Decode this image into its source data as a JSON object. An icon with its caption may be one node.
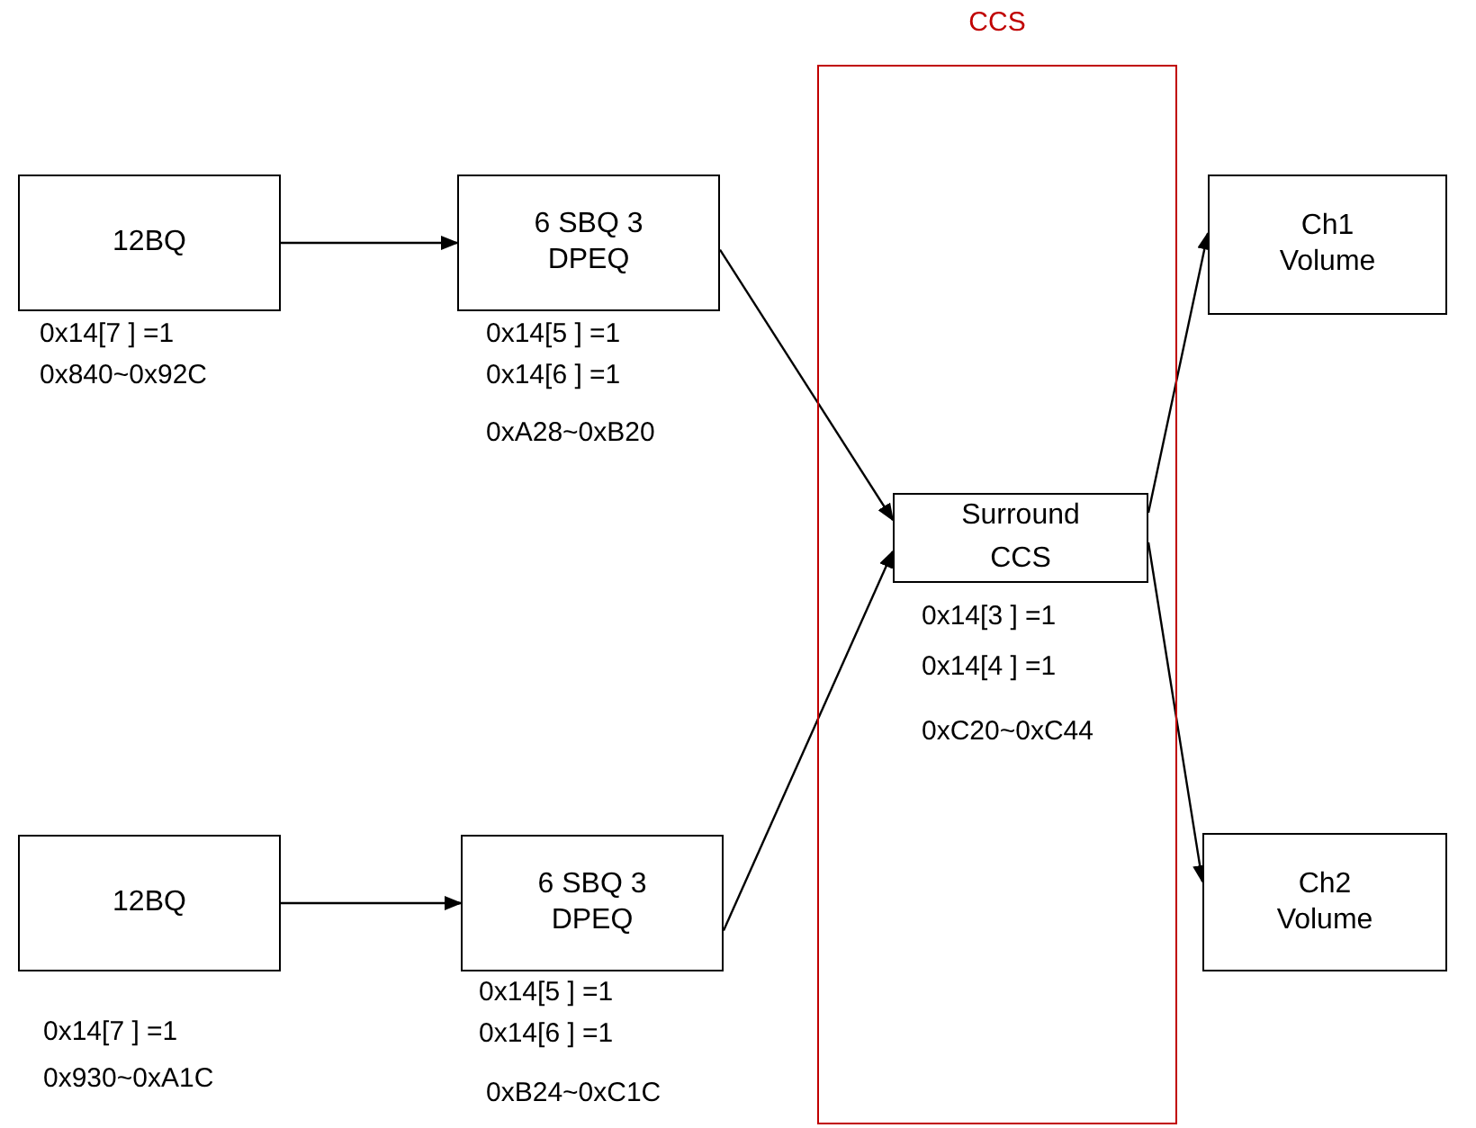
{
  "diagram": {
    "nodes": [
      {
        "text": [
          "CCS"
        ]
      },
      {
        "text": [
          "12BQ"
        ],
        "beside": [
          "0x14[7 ] =1",
          "0x840~0x92C"
        ]
      },
      {
        "text": [
          "6 SBQ 3 DPEQ"
        ],
        "beside": [
          "0x14[5 ] =1",
          "0x14[6 ] =1",
          "0xA28~0xB20"
        ]
      },
      {
        "text": [
          "Surround",
          "CCS"
        ],
        "in": 0,
        "beside": [
          "0x14[3 ] =1",
          "0x14[4 ] =1",
          "0xC20~0xC44"
        ]
      },
      {
        "text": [
          "Ch1 Volume"
        ]
      },
      {
        "text": [
          "12BQ"
        ],
        "beside": [
          "0x14[7 ] =1",
          "0x930~0xA1C"
        ]
      },
      {
        "text": [
          "6 SBQ 3 DPEQ"
        ],
        "beside": [
          "0x14[5 ] =1",
          "0x14[6 ] =1",
          "0xB24~0xC1C"
        ]
      },
      {
        "text": [
          "Ch2 Volume"
        ]
      }
    ],
    "edges": [
      {
        "from": 1,
        "to": 2,
        "arrow": "to"
      },
      {
        "from": 2,
        "to": 3,
        "arrow": "to"
      },
      {
        "from": 6,
        "to": 3,
        "arrow": "to"
      },
      {
        "from": 5,
        "to": 6,
        "arrow": "to"
      },
      {
        "from": 3,
        "to": 4,
        "arrow": "to"
      },
      {
        "from": 3,
        "to": 7,
        "arrow": "to"
      }
    ]
  }
}
